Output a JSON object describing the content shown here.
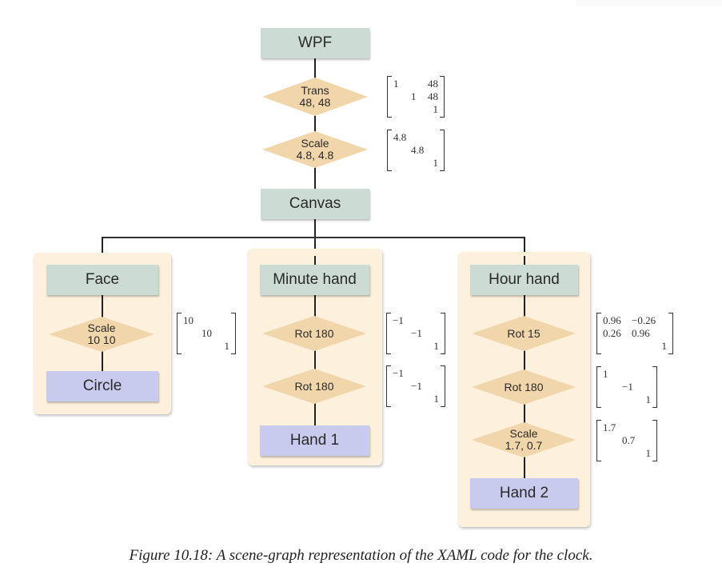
{
  "nodes": {
    "wpf": "WPF",
    "trans": [
      "Trans",
      "48, 48"
    ],
    "scale_root": [
      "Scale",
      "4.8, 4.8"
    ],
    "canvas": "Canvas",
    "face": "Face",
    "face_scale": [
      "Scale",
      "10 10"
    ],
    "circle": "Circle",
    "minute_hand": "Minute hand",
    "minute_rot1": [
      "Rot 180"
    ],
    "minute_rot2": [
      "Rot 180"
    ],
    "hand1": "Hand 1",
    "hour_hand": "Hour hand",
    "hour_rot15": [
      "Rot 15"
    ],
    "hour_rot180": [
      "Rot 180"
    ],
    "hour_scale": [
      "Scale",
      "1.7, 0.7"
    ],
    "hand2": "Hand 2"
  },
  "matrices": {
    "trans": [
      [
        "1",
        "",
        "48"
      ],
      [
        "",
        "1",
        "48"
      ],
      [
        "",
        "",
        "1"
      ]
    ],
    "scale_root": [
      [
        "4.8",
        "",
        ""
      ],
      [
        "",
        "4.8",
        ""
      ],
      [
        "",
        "",
        "1"
      ]
    ],
    "face_scale": [
      [
        "10",
        "",
        ""
      ],
      [
        "",
        "10",
        ""
      ],
      [
        "",
        "",
        "1"
      ]
    ],
    "minute_rot1": [
      [
        "−1",
        "",
        ""
      ],
      [
        "",
        "−1",
        ""
      ],
      [
        "",
        "",
        "1"
      ]
    ],
    "minute_rot2": [
      [
        "−1",
        "",
        ""
      ],
      [
        "",
        "−1",
        ""
      ],
      [
        "",
        "",
        "1"
      ]
    ],
    "hour_rot15": [
      [
        "0.96",
        "−0.26",
        ""
      ],
      [
        "0.26",
        "0.96",
        ""
      ],
      [
        "",
        "",
        "1"
      ]
    ],
    "hour_rot180": [
      [
        "1",
        "",
        ""
      ],
      [
        "",
        "−1",
        ""
      ],
      [
        "",
        "",
        "1"
      ]
    ],
    "hour_scale": [
      [
        "1.7",
        "",
        ""
      ],
      [
        "",
        "0.7",
        ""
      ],
      [
        "",
        "",
        "1"
      ]
    ]
  },
  "caption": "Figure 10.18: A scene-graph representation of the XAML code for the clock.",
  "colors": {
    "group_node": "#ccdbd3",
    "leaf_node": "#c9cbee",
    "transform_node": "#f0d6aa",
    "group_panel": "#fdf0dc"
  }
}
